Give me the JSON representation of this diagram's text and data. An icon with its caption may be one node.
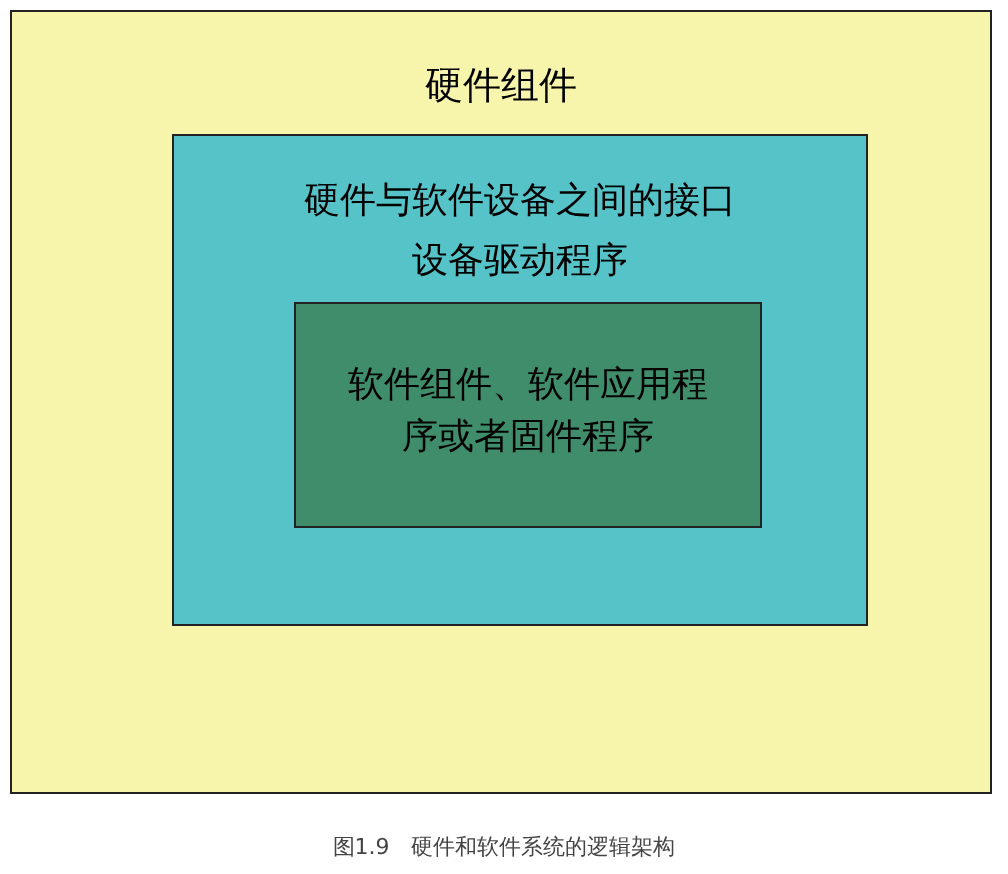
{
  "diagram": {
    "caption": "图1.9　硬件和软件系统的逻辑架构",
    "nodes": [
      {
        "text": [
          "硬件组件"
        ]
      },
      {
        "text": [
          "硬件与软件设备之间的接口",
          "设备驱动程序"
        ],
        "in": 0
      },
      {
        "text": [
          "软件组件、软件应用程序或者固件程序"
        ],
        "in": 1
      }
    ]
  }
}
